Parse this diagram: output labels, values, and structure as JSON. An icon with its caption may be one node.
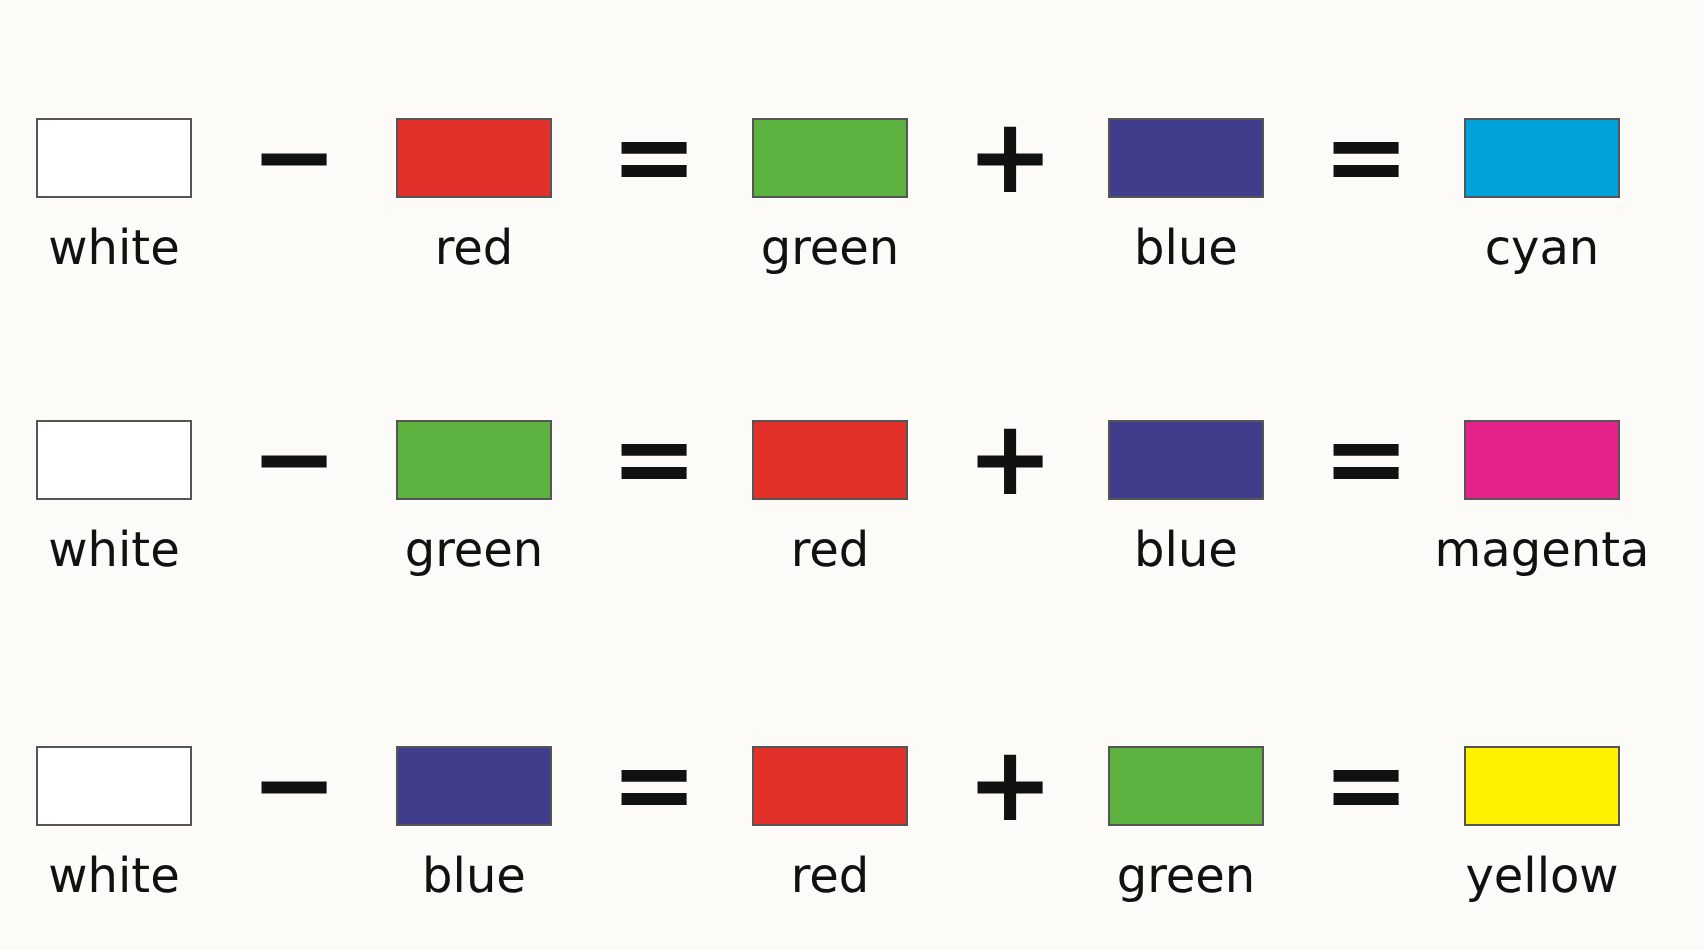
{
  "diagram": {
    "nodes": [
      {
        "text": [
          "white"
        ]
      },
      {
        "text": [
          "red"
        ]
      },
      {
        "text": [
          "green"
        ]
      },
      {
        "text": [
          "blue"
        ]
      },
      {
        "text": [
          "cyan"
        ]
      },
      {
        "text": [
          "white"
        ]
      },
      {
        "text": [
          "green"
        ]
      },
      {
        "text": [
          "red"
        ]
      },
      {
        "text": [
          "blue"
        ]
      },
      {
        "text": [
          "magenta"
        ]
      },
      {
        "text": [
          "white"
        ]
      },
      {
        "text": [
          "blue"
        ]
      },
      {
        "text": [
          "red"
        ]
      },
      {
        "text": [
          "green"
        ]
      },
      {
        "text": [
          "yellow"
        ]
      }
    ],
    "labels": [
      "−",
      "=",
      "+",
      "=",
      "−",
      "=",
      "+",
      "=",
      "−",
      "=",
      "+",
      "="
    ]
  }
}
